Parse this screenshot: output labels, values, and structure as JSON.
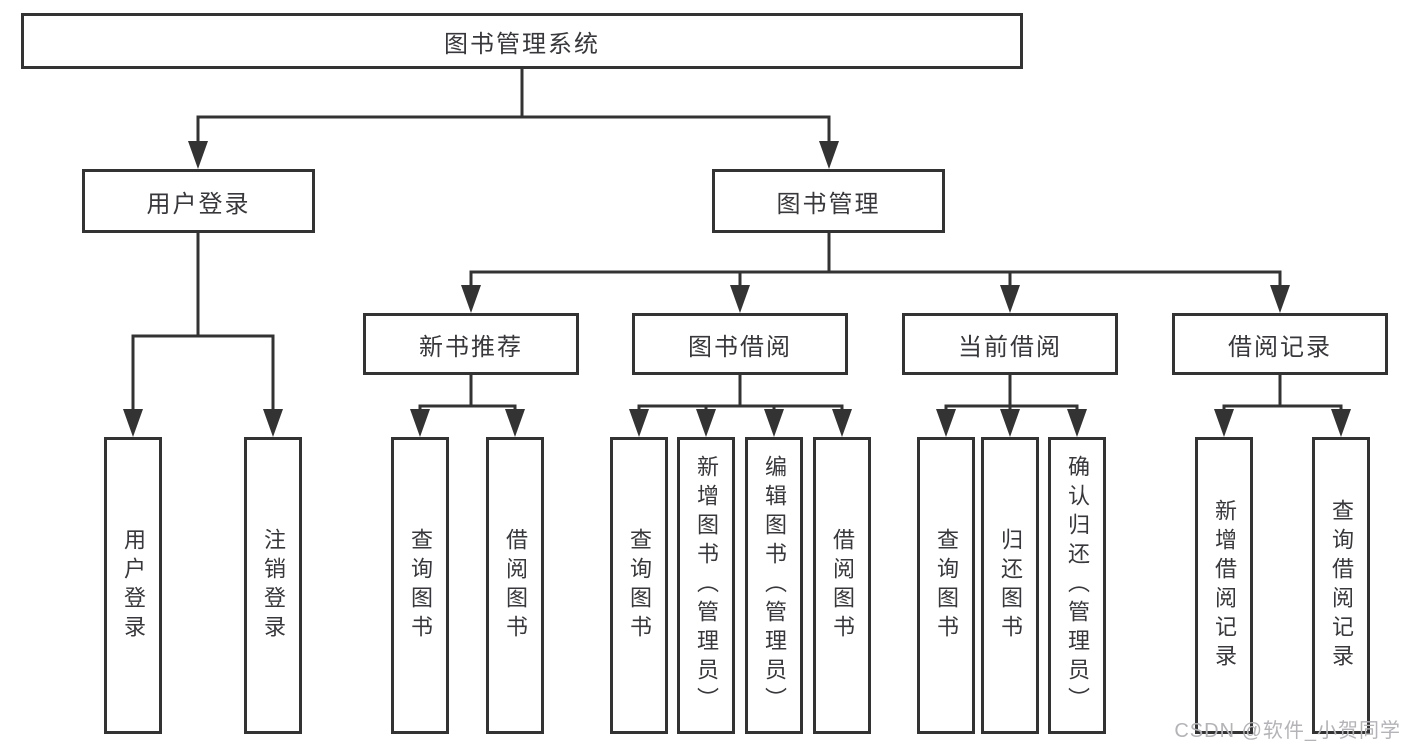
{
  "nodes": {
    "root": "图书管理系统",
    "user_login": "用户登录",
    "book_management": "图书管理",
    "new_book_recommend": "新书推荐",
    "book_borrow": "图书借阅",
    "current_borrow": "当前借阅",
    "borrow_records": "借阅记录",
    "login_user_login": "用户登录",
    "login_logout": "注销登录",
    "nb_query_books": "查询图书",
    "nb_borrow_books": "借阅图书",
    "bb_query_books": "查询图书",
    "bb_add_books": "新增图书（管理员）",
    "bb_edit_books": "编辑图书（管理员）",
    "bb_borrow_books": "借阅图书",
    "cb_query_books": "查询图书",
    "cb_return_books": "归还图书",
    "cb_confirm_return": "确认归还（管理员）",
    "br_add_record": "新增借阅记录",
    "br_query_record": "查询借阅记录"
  },
  "watermark": "CSDN @软件_小贺同学",
  "colors": {
    "line": "#333333",
    "box_border": "#333333",
    "text": "#38383c",
    "watermark": "#b4b4b8",
    "background": "#ffffff"
  }
}
